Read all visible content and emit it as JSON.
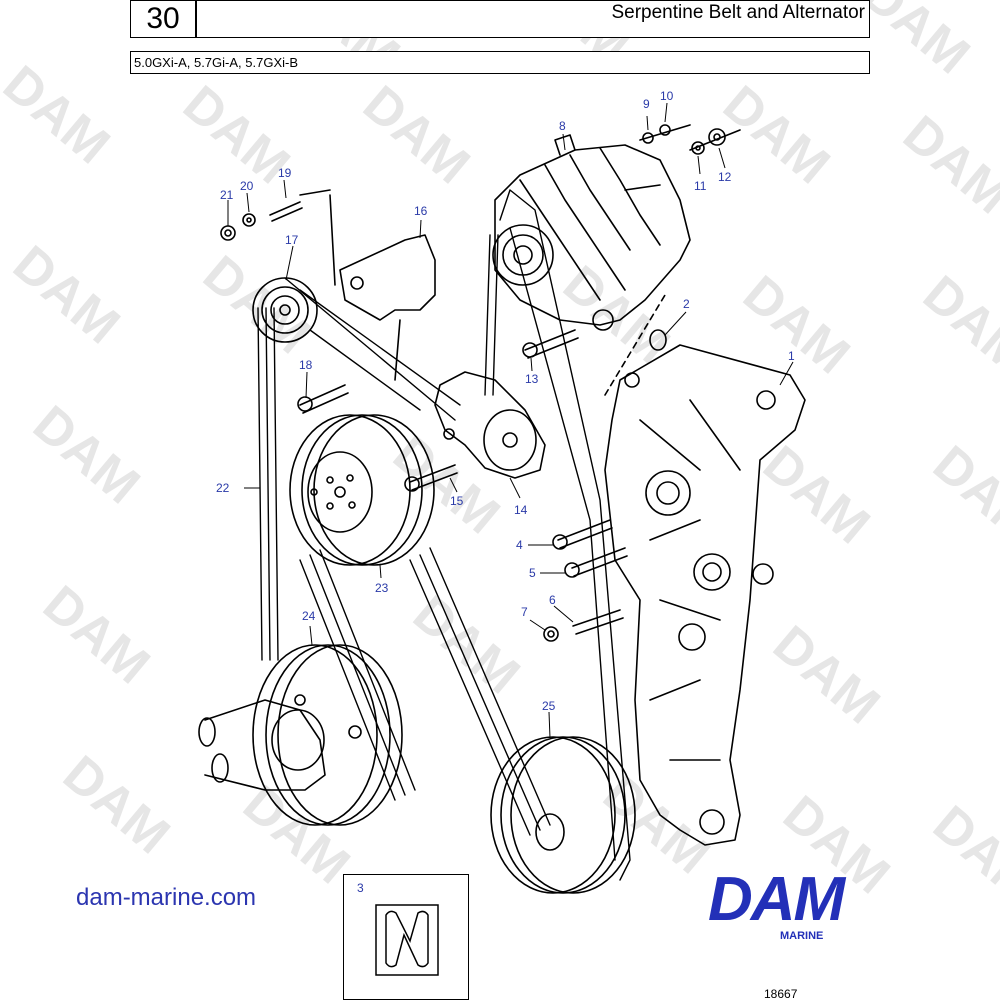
{
  "header": {
    "section_number": "30",
    "title": "Serpentine Belt and Alternator",
    "models": "5.0GXi-A, 5.7Gi-A, 5.7GXi-B"
  },
  "watermark": "DAM",
  "footer": {
    "website": "dam-marine.com",
    "brand": "DAM",
    "brand_sub": "MARINE",
    "drawing_number": "18667"
  },
  "inset": {
    "label": "3"
  },
  "callouts": [
    "1",
    "2",
    "4",
    "5",
    "6",
    "7",
    "8",
    "9",
    "10",
    "11",
    "12",
    "13",
    "14",
    "15",
    "17",
    "18",
    "19",
    "20",
    "21",
    "22",
    "23",
    "24",
    "25",
    "16"
  ],
  "colors": {
    "callout": "#2a3aa8",
    "brand": "#2330b8",
    "watermark": "#e6e6e6"
  }
}
